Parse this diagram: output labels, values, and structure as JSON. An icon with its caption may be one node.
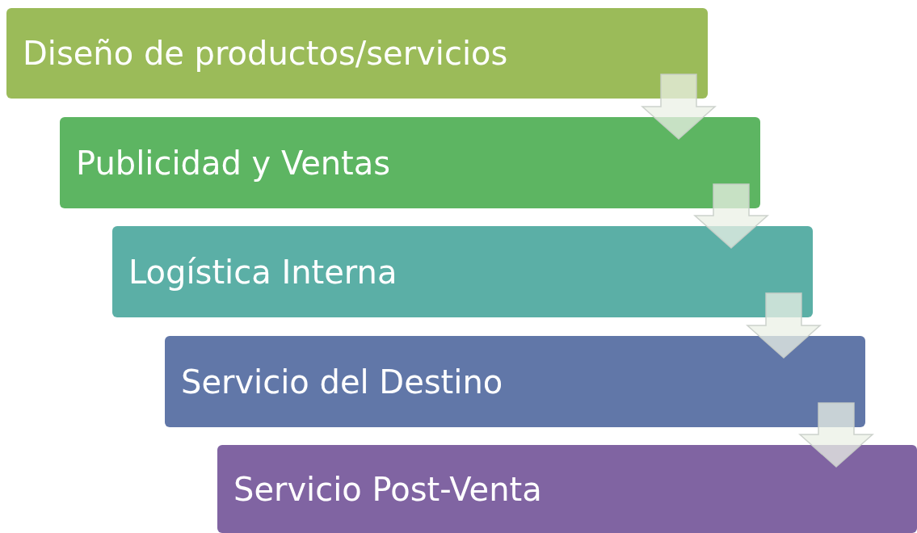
{
  "diagram": {
    "nodes": [
      {
        "text": [
          "Diseño de productos/servicios"
        ]
      },
      {
        "text": [
          "Publicidad y Ventas"
        ]
      },
      {
        "text": [
          "Logística Interna"
        ]
      },
      {
        "text": [
          "Servicio del Destino"
        ]
      },
      {
        "text": [
          "Servicio Post-Venta"
        ]
      }
    ],
    "edges": [
      {
        "from": 0,
        "to": 1,
        "arrow": "to"
      },
      {
        "from": 1,
        "to": 2,
        "arrow": "to"
      },
      {
        "from": 2,
        "to": 3,
        "arrow": "to"
      },
      {
        "from": 3,
        "to": 4,
        "arrow": "to"
      }
    ]
  }
}
